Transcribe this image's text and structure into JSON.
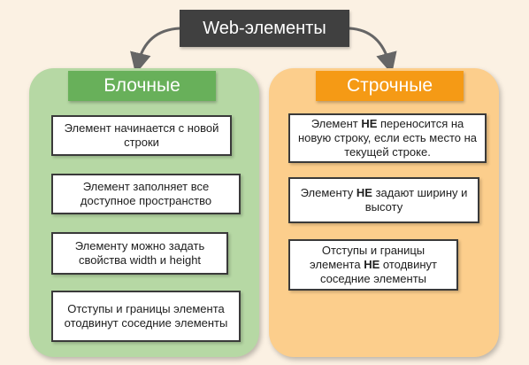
{
  "title": "Web-элементы",
  "block": {
    "title": "Блочные",
    "items": [
      "Элемент начинается с новой строки",
      "Элемент заполняет все доступное пространство",
      "Элементу можно задать свойства width и height",
      "Отступы и границы элемента отодвинут соседние элементы"
    ]
  },
  "inline": {
    "title": "Строчные",
    "items": [
      {
        "before": "Элемент ",
        "strong": "НЕ",
        "after": " переносится на новую строку, если есть место на текущей строке."
      },
      {
        "before": "Элементу ",
        "strong": "НЕ",
        "after": " задают ширину и высоту"
      },
      {
        "before": "Отступы и границы элемента ",
        "strong": "НЕ",
        "after": " отодвинут соседние элементы"
      }
    ]
  },
  "colors": {
    "background": "#fbf1e3",
    "title_box": "#404040",
    "block_panel": "#b6d8a4",
    "block_header": "#68b05a",
    "inline_panel": "#fcce8c",
    "inline_header": "#f59a15",
    "arrow": "#666666"
  }
}
